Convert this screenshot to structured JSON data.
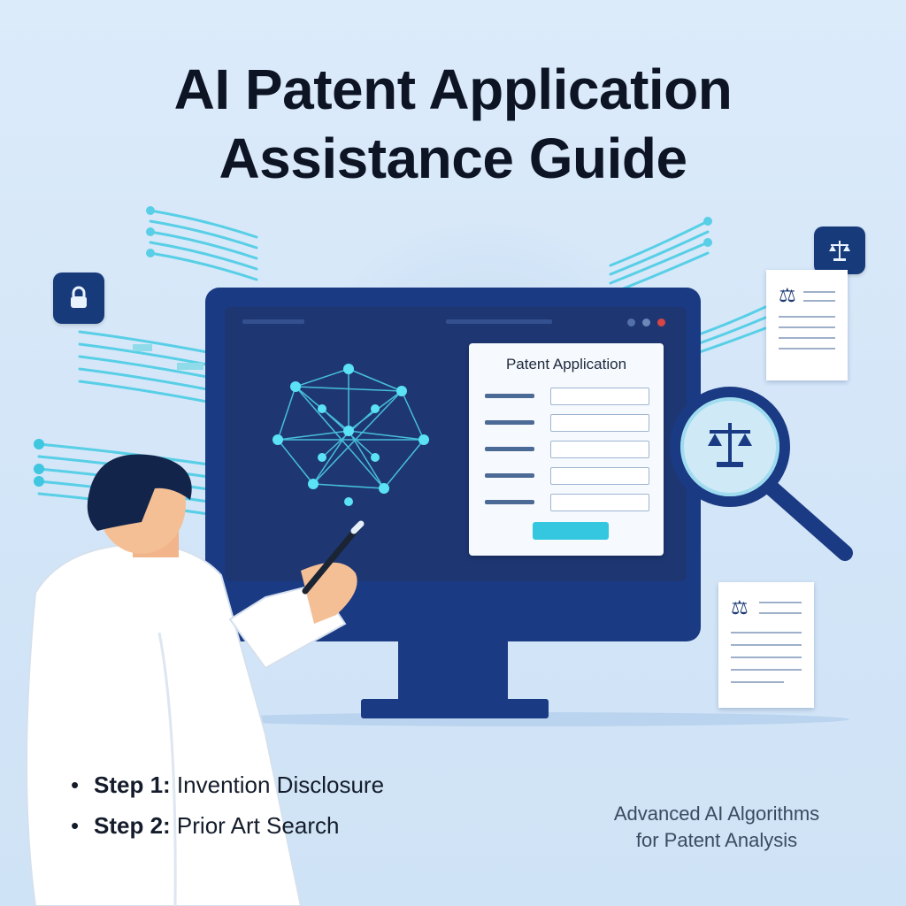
{
  "title": {
    "line1": "AI Patent Application",
    "line2": "Assistance Guide"
  },
  "form": {
    "title": "Patent Application"
  },
  "steps": [
    {
      "label": "Step 1:",
      "text": "Invention Disclosure"
    },
    {
      "label": "Step 2:",
      "text": "Prior Art Search"
    }
  ],
  "caption": {
    "line1": "Advanced AI Algorithms",
    "line2": "for Patent Analysis"
  },
  "icons": {
    "left_badge": "lock-icon",
    "right_badge": "scales-of-justice-icon",
    "magnifier": "magnifying-glass-icon",
    "document": "patent-document-icon"
  },
  "colors": {
    "background": "#d4e6f8",
    "monitor": "#1a3a84",
    "accent": "#35c7e0",
    "title_text": "#0d1424"
  }
}
